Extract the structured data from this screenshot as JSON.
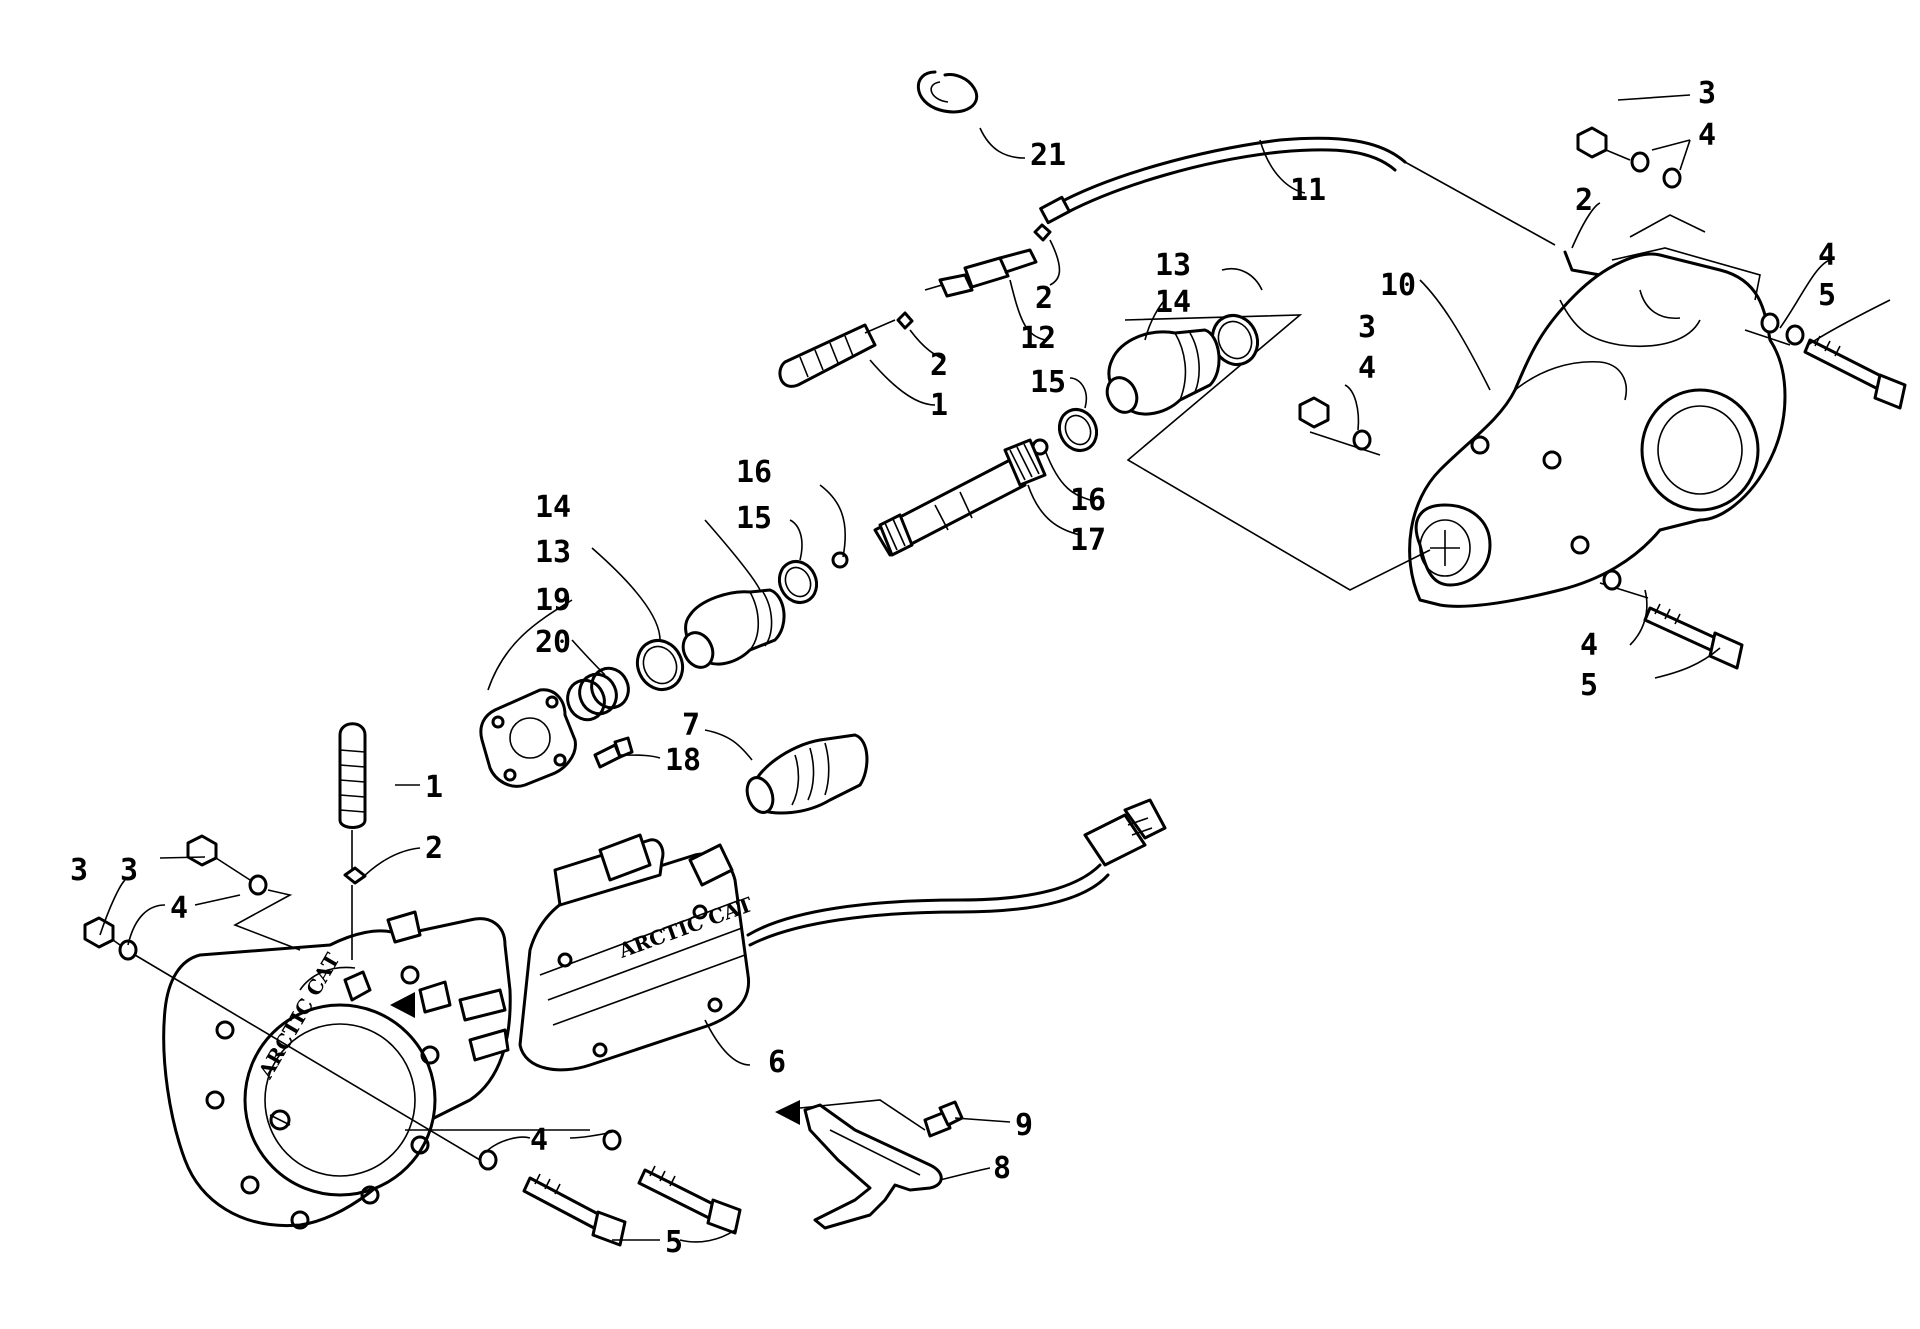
{
  "diagram": {
    "logo_main": "ARCTIC CAT",
    "logo_side": "ARCTIC CAT",
    "callouts": [
      {
        "id": "c21",
        "label": "21"
      },
      {
        "id": "c11",
        "label": "11"
      },
      {
        "id": "c3a",
        "label": "3"
      },
      {
        "id": "c4a",
        "label": "4"
      },
      {
        "id": "c2a",
        "label": "2"
      },
      {
        "id": "c4b",
        "label": "4"
      },
      {
        "id": "c5a",
        "label": "5"
      },
      {
        "id": "c13a",
        "label": "13"
      },
      {
        "id": "c14a",
        "label": "14"
      },
      {
        "id": "c10",
        "label": "10"
      },
      {
        "id": "c2b",
        "label": "2"
      },
      {
        "id": "c12",
        "label": "12"
      },
      {
        "id": "c2c",
        "label": "2"
      },
      {
        "id": "c1a",
        "label": "1"
      },
      {
        "id": "c3b",
        "label": "3"
      },
      {
        "id": "c4c",
        "label": "4"
      },
      {
        "id": "c15a",
        "label": "15"
      },
      {
        "id": "c16a",
        "label": "16"
      },
      {
        "id": "c16b",
        "label": "16"
      },
      {
        "id": "c17",
        "label": "17"
      },
      {
        "id": "c14b",
        "label": "14"
      },
      {
        "id": "c15b",
        "label": "15"
      },
      {
        "id": "c13b",
        "label": "13"
      },
      {
        "id": "c19",
        "label": "19"
      },
      {
        "id": "c20",
        "label": "20"
      },
      {
        "id": "c7",
        "label": "7"
      },
      {
        "id": "c18",
        "label": "18"
      },
      {
        "id": "c4d",
        "label": "4"
      },
      {
        "id": "c5b",
        "label": "5"
      },
      {
        "id": "c1b",
        "label": "1"
      },
      {
        "id": "c2d",
        "label": "2"
      },
      {
        "id": "c3c",
        "label": "3"
      },
      {
        "id": "c4e",
        "label": "4"
      },
      {
        "id": "c3d",
        "label": "3"
      },
      {
        "id": "c6",
        "label": "6"
      },
      {
        "id": "c9",
        "label": "9"
      },
      {
        "id": "c8",
        "label": "8"
      },
      {
        "id": "c4f",
        "label": "4"
      },
      {
        "id": "c5c",
        "label": "5"
      }
    ]
  }
}
